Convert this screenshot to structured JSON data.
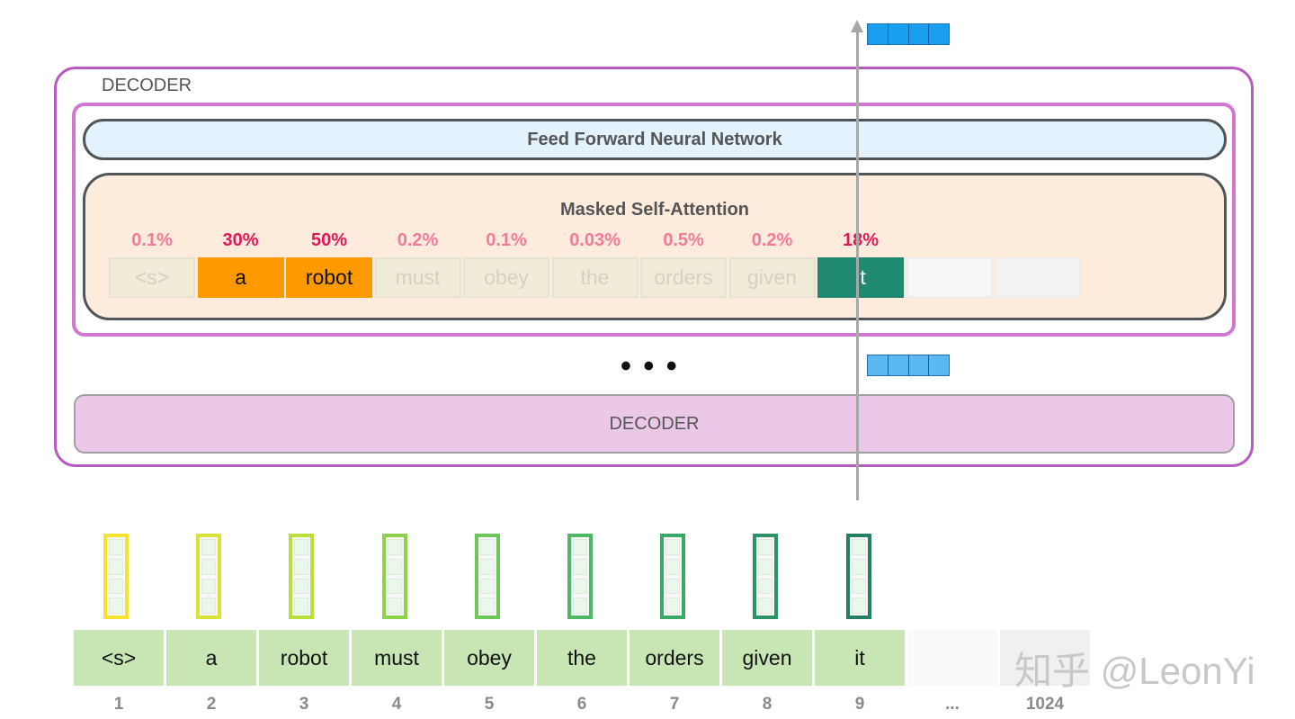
{
  "decoder_outer_label": "DECODER",
  "ffnn_label": "Feed Forward Neural Network",
  "attention_title": "Masked Self-Attention",
  "attention": [
    {
      "pct": "0.1%",
      "word": "<s>",
      "pct_color": "#f27a9b",
      "bg": "#f0ecd8",
      "fg": "#d6d0c4",
      "border": "#e6e3d6"
    },
    {
      "pct": "30%",
      "word": "a",
      "pct_color": "#e0195a",
      "bg": "#ff9900",
      "fg": "#111111",
      "border": "#ff9900"
    },
    {
      "pct": "50%",
      "word": "robot",
      "pct_color": "#e0195a",
      "bg": "#ff9900",
      "fg": "#111111",
      "border": "#ff9900"
    },
    {
      "pct": "0.2%",
      "word": "must",
      "pct_color": "#f27a9b",
      "bg": "#f0ecd8",
      "fg": "#d6d0c4",
      "border": "#e6e3d6"
    },
    {
      "pct": "0.1%",
      "word": "obey",
      "pct_color": "#f27a9b",
      "bg": "#f0ecd8",
      "fg": "#d6d0c4",
      "border": "#e6e3d6"
    },
    {
      "pct": "0.03%",
      "word": "the",
      "pct_color": "#f27a9b",
      "bg": "#f0ecd8",
      "fg": "#d6d0c4",
      "border": "#e6e3d6"
    },
    {
      "pct": "0.5%",
      "word": "orders",
      "pct_color": "#f27a9b",
      "bg": "#f0ecd8",
      "fg": "#d6d0c4",
      "border": "#e6e3d6"
    },
    {
      "pct": "0.2%",
      "word": "given",
      "pct_color": "#f27a9b",
      "bg": "#f0ecd8",
      "fg": "#d6d0c4",
      "border": "#e6e3d6"
    },
    {
      "pct": "18%",
      "word": "it",
      "pct_color": "#e0195a",
      "bg": "#1f8a70",
      "fg": "#ffffff",
      "border": "#1f8a70"
    },
    {
      "pct": "",
      "word": "",
      "pct_color": "#ffffff",
      "bg": "#f8f8f8",
      "fg": "#ffffff",
      "border": "#eeeeee"
    },
    {
      "pct": "",
      "word": "",
      "pct_color": "#ffffff",
      "bg": "#f2f2f2",
      "fg": "#ffffff",
      "border": "#eeeeee"
    }
  ],
  "ellipsis": "• • •",
  "decoder_lower_label": "DECODER",
  "input_vector_colors": [
    "#f5e332",
    "#d9e337",
    "#b8e03d",
    "#8ed24a",
    "#6dc65a",
    "#4fb866",
    "#3aa866",
    "#2a9466",
    "#237f66"
  ],
  "tokens": [
    "<s>",
    "a",
    "robot",
    "must",
    "obey",
    "the",
    "orders",
    "given",
    "it",
    "",
    ""
  ],
  "positions": [
    "1",
    "2",
    "3",
    "4",
    "5",
    "6",
    "7",
    "8",
    "9",
    "...",
    "1024"
  ],
  "output_vector_color": "#1a9ff0",
  "mid_vector_color": "#5bb8f2",
  "watermark": "知乎 @LeonYi"
}
